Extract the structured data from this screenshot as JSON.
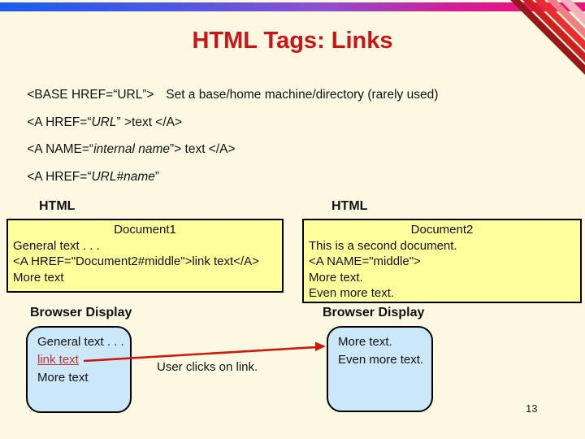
{
  "title": "HTML Tags: Links",
  "page_number": "13",
  "tag_reference": {
    "base": {
      "tag": "<BASE HREF=“URL”>",
      "description": "Set a base/home machine/directory (rarely used)"
    },
    "href": {
      "pre": "<A HREF=“",
      "italic": "URL",
      "post": "” >text </A>"
    },
    "name": {
      "pre": "<A NAME=“",
      "italic": "internal name",
      "post": "”> text </A>"
    },
    "href_anchor": {
      "pre": "<A HREF=“",
      "italic": "URL#name",
      "post": "”"
    }
  },
  "example": {
    "left": {
      "section_label": "HTML",
      "doc_title": "Document1",
      "lines": [
        "General text . . .",
        "<A HREF=\"Document2#middle\">link text</A>",
        "More text"
      ],
      "browser_label": "Browser Display",
      "browser": {
        "text1": "General text . . .",
        "link": "link text",
        "text2": "More text"
      }
    },
    "right": {
      "section_label": "HTML",
      "doc_title": "Document2",
      "lines": [
        "This is a second document.",
        "<A NAME=\"middle\">",
        "More text.",
        "Even more text."
      ],
      "browser_label": "Browser Display",
      "browser_lines": [
        "More text.",
        "Even more text."
      ]
    },
    "arrow_label": "User clicks on link."
  },
  "colors": {
    "title": "#CC1414",
    "slide_background": "#FCF8E2",
    "document_box": "#FFFF9C",
    "browser_box": "#CBE8FA",
    "link_text": "#C43030",
    "arrow": "#CC1A0F",
    "top_bar_gradient": [
      "#1B5BEB",
      "#8E51CE",
      "#EC137F"
    ],
    "corner_stripes": [
      "#9A1717",
      "#CF1F1F",
      "#EC2D2D",
      "#F08080",
      "#F8B1BB"
    ]
  }
}
